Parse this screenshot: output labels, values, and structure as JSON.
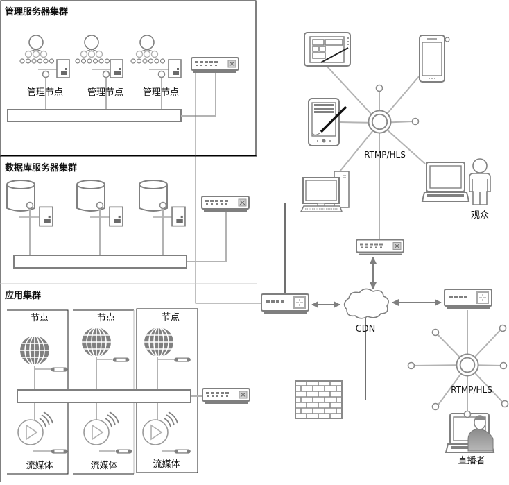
{
  "clusters": {
    "management": {
      "title": "管理服务器集群",
      "nodes": [
        "管理节点",
        "管理节点",
        "管理节点"
      ]
    },
    "database": {
      "title": "数据库服务器集群"
    },
    "application": {
      "title": "应用集群",
      "node_labels": [
        "节点",
        "节点",
        "节点"
      ],
      "stream_labels": [
        "流媒体",
        "流媒体",
        "流媒体"
      ]
    }
  },
  "network": {
    "cdn_label": "CDN",
    "protocol_top": "RTMP/HLS",
    "protocol_bottom": "RTMP/HLS",
    "viewer_label": "观众",
    "broadcaster_label": "直播者"
  },
  "colors": {
    "cluster_border": "#000000",
    "icon_stroke": "#808080",
    "link_line": "#b3b3b3",
    "background": "#ffffff"
  }
}
